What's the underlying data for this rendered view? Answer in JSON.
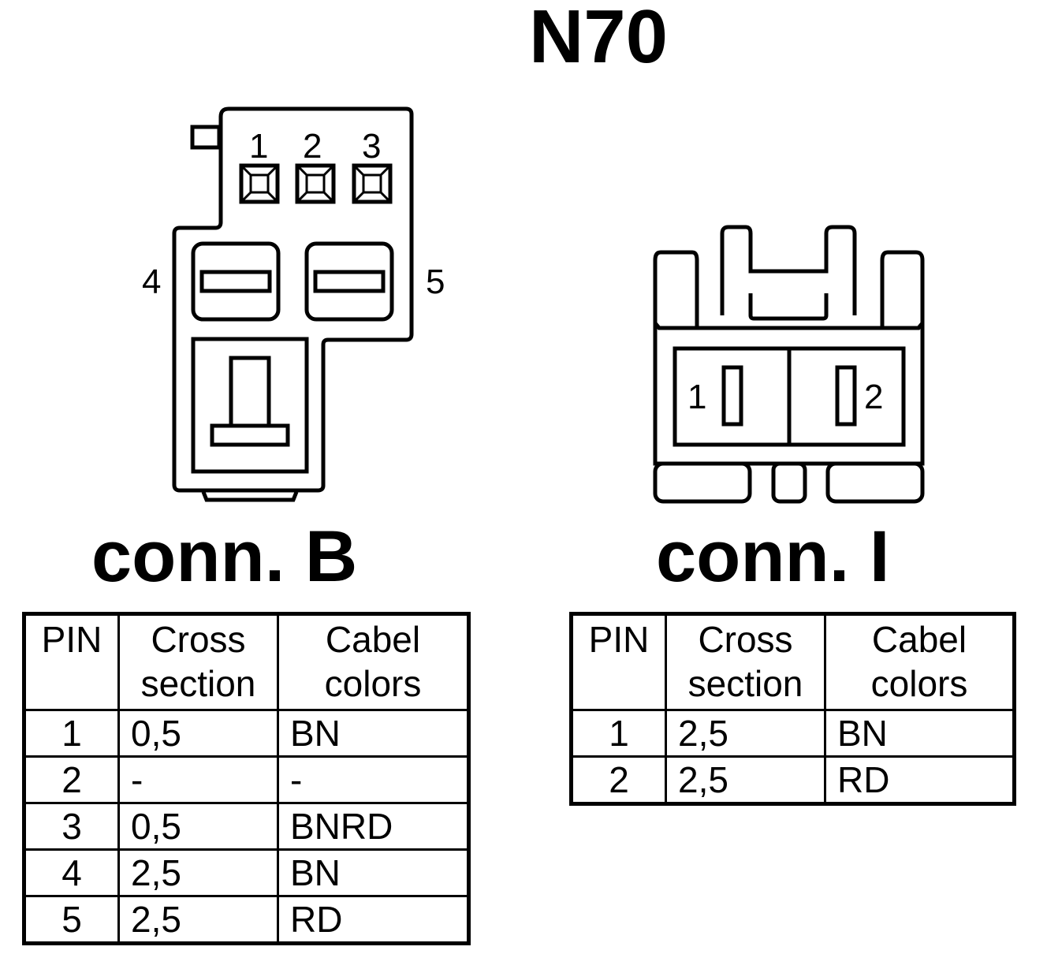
{
  "title": "N70",
  "connector_b": {
    "label": "conn. B",
    "pin_labels": [
      "1",
      "2",
      "3",
      "4",
      "5"
    ],
    "table": {
      "headers": [
        [
          "PIN"
        ],
        [
          "Cross",
          "section"
        ],
        [
          "Cabel",
          "colors"
        ]
      ],
      "rows": [
        [
          "1",
          "0,5",
          "BN"
        ],
        [
          "2",
          "-",
          "-"
        ],
        [
          "3",
          "0,5",
          "BNRD"
        ],
        [
          "4",
          "2,5",
          "BN"
        ],
        [
          "5",
          "2,5",
          "RD"
        ]
      ]
    }
  },
  "connector_i": {
    "label": "conn. I",
    "pin_labels": [
      "1",
      "2"
    ],
    "table": {
      "headers": [
        [
          "PIN"
        ],
        [
          "Cross",
          "section"
        ],
        [
          "Cabel",
          "colors"
        ]
      ],
      "rows": [
        [
          "1",
          "2,5",
          "BN"
        ],
        [
          "2",
          "2,5",
          "RD"
        ]
      ]
    }
  }
}
